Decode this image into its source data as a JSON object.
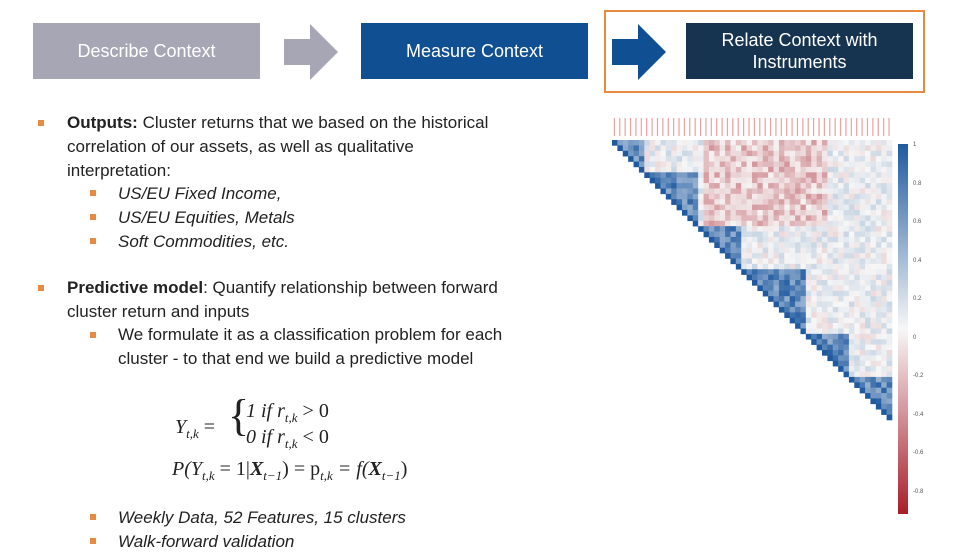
{
  "steps": [
    {
      "label": "Describe Context"
    },
    {
      "label": "Measure Context"
    },
    {
      "label": "Relate Context with Instruments"
    }
  ],
  "outputs": {
    "heading": "Outputs:",
    "text_line1": "Cluster returns that we based on the historical",
    "text_line2": "correlation of our assets, as well as qualitative",
    "text_line3": "interpretation:",
    "items": [
      "US/EU Fixed Income,",
      "US/EU Equities, Metals",
      "Soft Commodities, etc."
    ]
  },
  "predictive": {
    "heading": "Predictive model",
    "text_line1": ": Quantify relationship between forward",
    "text_line2": "cluster return and inputs",
    "sub_line1": "We formulate it as a classification problem for each",
    "sub_line2": "cluster  - to that end we build a predictive model"
  },
  "formula": {
    "lhs": "Y",
    "case1": "1 if r",
    "case1_rel": "> 0",
    "case2": "0 if r",
    "case2_rel": "< 0",
    "prob": "P(Y",
    "prob_mid": "= 1|",
    "prob_rhs": "= p",
    "func": "= f(",
    "sub_tk": "t,k",
    "sub_tm1": "t−1",
    "bold_x": "X",
    "close_paren": ")",
    "equals": "="
  },
  "notes": [
    "Weekly Data, 52 Features, 15 clusters",
    "Walk-forward validation"
  ],
  "colorbar": {
    "ticks": [
      "1",
      "0.8",
      "0.6",
      "0.4",
      "0.2",
      "0",
      "-0.2",
      "-0.4",
      "-0.6",
      "-0.8"
    ],
    "colors": {
      "positive": "#1f5aa0",
      "zero": "#f7f7f7",
      "negative": "#a81d2a"
    }
  }
}
